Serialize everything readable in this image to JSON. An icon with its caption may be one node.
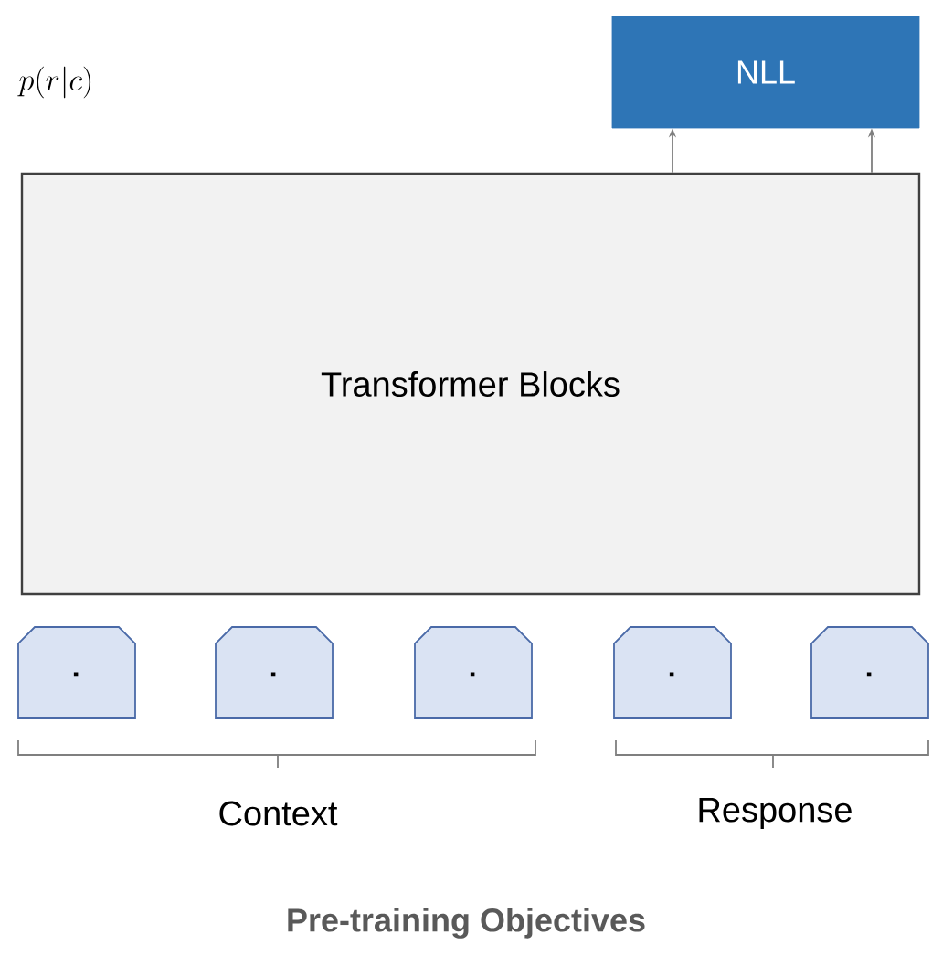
{
  "diagram": {
    "caption": "Pre-training Objectives",
    "nodes": [
      {
        "text": [
          "Transformer Blocks"
        ]
      },
      {
        "text": [
          "NLL"
        ]
      },
      {
        "text": [
          "·"
        ]
      },
      {
        "text": [
          "·"
        ]
      },
      {
        "text": [
          "·"
        ]
      },
      {
        "text": [
          "·"
        ]
      },
      {
        "text": [
          "·"
        ]
      }
    ],
    "edges": [
      {
        "from": 0,
        "to": 1,
        "arrow": "to"
      },
      {
        "from": 0,
        "to": 1,
        "arrow": "to"
      }
    ],
    "labels": [
      "p(r|c)",
      "Context",
      "Response"
    ]
  }
}
